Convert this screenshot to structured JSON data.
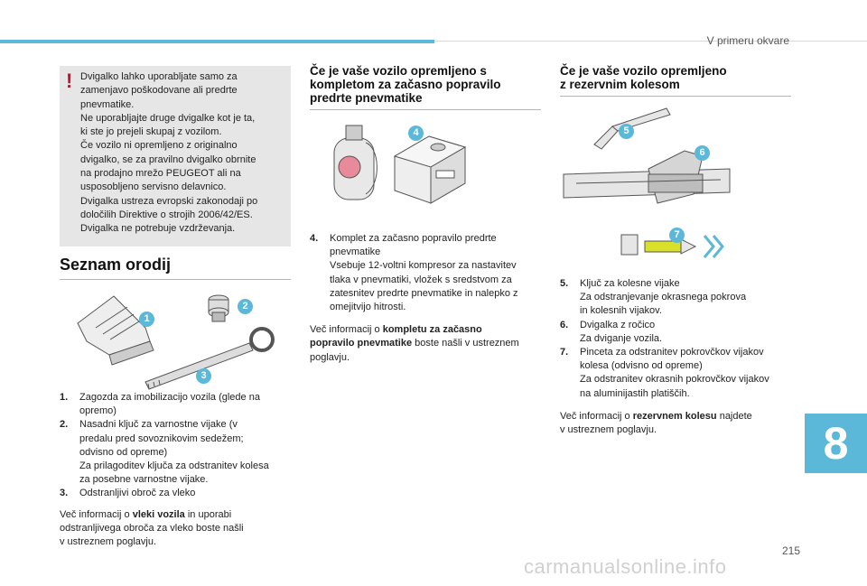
{
  "header": {
    "title": "V primeru okvare"
  },
  "warning": {
    "mark": "!",
    "lines": [
      "Dvigalko lahko uporabljate samo za",
      "zamenjavo poškodovane ali predrte",
      "pnevmatike.",
      "Ne uporabljajte druge dvigalke kot je ta,",
      "ki ste jo prejeli skupaj z vozilom.",
      "Če vozilo ni opremljeno z originalno",
      "dvigalko, se za pravilno dvigalko obrnite",
      "na prodajno mrežo PEUGEOT ali na",
      "usposobljeno servisno delavnico.",
      "Dvigalka ustreza evropski zakonodaji po",
      "določilih Direktive o strojih 2006/42/ES.",
      "Dvigalka ne potrebuje vzdrževanja."
    ]
  },
  "section_tools": {
    "title": "Seznam orodij",
    "badges": [
      "1",
      "2",
      "3"
    ],
    "items": [
      {
        "num": "1.",
        "lines": [
          "Zagozda za imobilizacijo vozila (glede na",
          "opremo)"
        ]
      },
      {
        "num": "2.",
        "lines": [
          "Nasadni ključ za varnostne vijake (v",
          "predalu pred sovoznikovim sedežem;",
          "odvisno od opreme)",
          "Za prilagoditev ključa za odstranitev kolesa",
          "za posebne varnostne vijake."
        ]
      },
      {
        "num": "3.",
        "lines": [
          "Odstranljivi obroč za vleko"
        ]
      }
    ],
    "para": {
      "pre": "Več informacij o ",
      "bold": "vleki vozila",
      "post1": " in uporabi",
      "line2": "odstranljivega obroča za vleko boste našli",
      "line3": "v ustreznem poglavju."
    }
  },
  "section_kit": {
    "title_lines": [
      "Če je vaše vozilo opremljeno s",
      "kompletom za začasno popravilo",
      "predrte pnevmatike"
    ],
    "badge": "4",
    "items": [
      {
        "num": "4.",
        "lines": [
          "Komplet za začasno popravilo predrte",
          "pnevmatike",
          "Vsebuje 12-voltni kompresor za nastavitev",
          "tlaka v pnevmatiki, vložek s sredstvom za",
          "zatesnitev predrte pnevmatike in nalepko z",
          "omejitvijo hitrosti."
        ]
      }
    ],
    "para": {
      "pre": "Več informacij o ",
      "bold": "kompletu za začasno",
      "bold2": "popravilo pnevmatike",
      "post": " boste našli v ustreznem",
      "line3": "poglavju."
    }
  },
  "section_spare": {
    "title_lines": [
      "Če je vaše vozilo opremljeno",
      "z rezervnim kolesom"
    ],
    "badges": [
      "5",
      "6",
      "7"
    ],
    "items": [
      {
        "num": "5.",
        "lines": [
          "Ključ za kolesne vijake",
          "Za odstranjevanje okrasnega pokrova",
          "in kolesnih vijakov."
        ]
      },
      {
        "num": "6.",
        "lines": [
          "Dvigalka z ročico",
          "Za dviganje vozila."
        ]
      },
      {
        "num": "7.",
        "lines": [
          "Pinceta za odstranitev pokrovčkov vijakov",
          "kolesa (odvisno od opreme)",
          "Za odstranitev okrasnih pokrovčkov vijakov",
          "na aluminijastih platiščih."
        ]
      }
    ],
    "para": {
      "pre": "Več informacij o ",
      "bold": "rezervnem kolesu",
      "post": " najdete",
      "line2": "v ustreznem poglavju."
    }
  },
  "chapter_tab": "8",
  "page_number": "215",
  "watermark": "carmanualsonline.info",
  "colors": {
    "accent": "#5bb8d8",
    "warning": "#c8102e",
    "box": "#e6e6e6"
  }
}
